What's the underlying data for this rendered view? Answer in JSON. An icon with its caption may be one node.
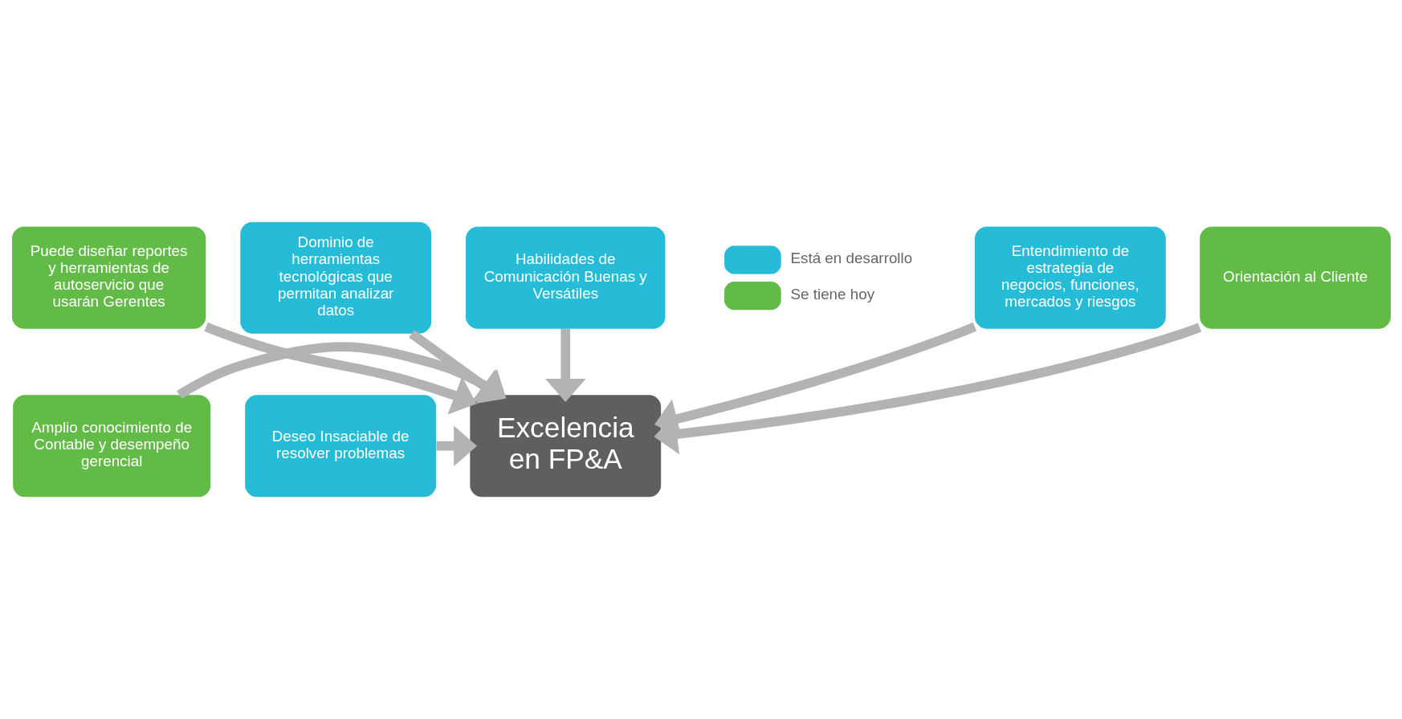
{
  "diagram": {
    "nodes": [
      {
        "text": [
          "Puede diseñar reportes y herramientas de autoservicio que usarán Gerentes"
        ]
      },
      {
        "text": [
          "Dominio de herramientas tecnológicas que permitan analizar datos"
        ]
      },
      {
        "text": [
          "Habilidades de Comunicación Buenas y Versátiles"
        ]
      },
      {
        "text": [
          "Entendimiento de estrategia de negocios, funciones, mercados y riesgos"
        ]
      },
      {
        "text": [
          "Orientación al Cliente"
        ]
      },
      {
        "text": [
          "Amplio conocimiento de Contable y desempeño gerencial"
        ]
      },
      {
        "text": [
          "Excelencia en FP&A"
        ]
      },
      {
        "text": [
          "Deseo Insaciable de resolver problemas"
        ]
      }
    ],
    "edges": [
      {
        "from": 0,
        "to": 6,
        "arrow": "to"
      },
      {
        "from": 1,
        "to": 6,
        "arrow": "to"
      },
      {
        "from": 2,
        "to": 6,
        "arrow": "to"
      },
      {
        "from": 3,
        "to": 6,
        "arrow": "to"
      },
      {
        "from": 4,
        "to": 6,
        "arrow": "to"
      },
      {
        "from": 5,
        "to": 6,
        "arrow": "to"
      },
      {
        "from": 7,
        "to": 6,
        "arrow": "to"
      }
    ],
    "legend": [
      {
        "text": "Está en desarrollo",
        "color": "#26bcd7"
      },
      {
        "text": "Se tiene hoy",
        "color": "#62bb46"
      }
    ]
  }
}
